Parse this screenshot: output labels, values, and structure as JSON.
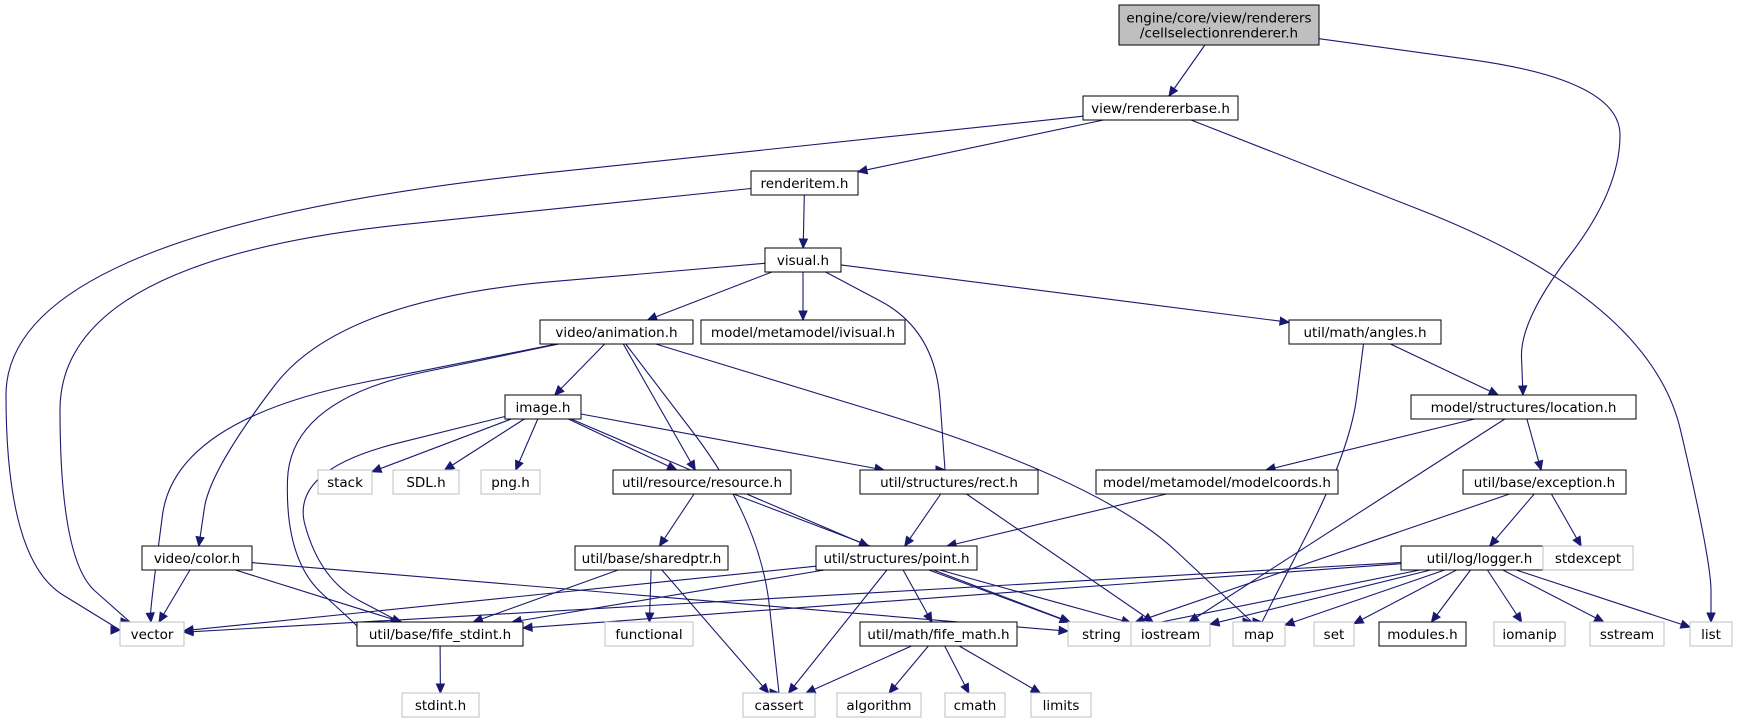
{
  "colors": {
    "edge": "#191970",
    "root_fill": "#bfbfbf",
    "box_border": "#000000",
    "ext_border": "#bfbfbf"
  },
  "nodes": [
    {
      "id": "root",
      "kind": "root",
      "lines": [
        "engine/core/view/renderers",
        "/cellselectionrenderer.h"
      ]
    },
    {
      "id": "rendererbase",
      "kind": "local",
      "lines": [
        "view/rendererbase.h"
      ]
    },
    {
      "id": "renderitem",
      "kind": "local",
      "lines": [
        "renderitem.h"
      ]
    },
    {
      "id": "visual",
      "kind": "local",
      "lines": [
        "visual.h"
      ]
    },
    {
      "id": "animation",
      "kind": "local",
      "lines": [
        "video/animation.h"
      ]
    },
    {
      "id": "ivisual",
      "kind": "local",
      "lines": [
        "model/metamodel/ivisual.h"
      ]
    },
    {
      "id": "angles",
      "kind": "local",
      "lines": [
        "util/math/angles.h"
      ]
    },
    {
      "id": "location",
      "kind": "local",
      "lines": [
        "model/structures/location.h"
      ]
    },
    {
      "id": "image",
      "kind": "local",
      "lines": [
        "image.h"
      ]
    },
    {
      "id": "resource",
      "kind": "local",
      "lines": [
        "util/resource/resource.h"
      ]
    },
    {
      "id": "rect",
      "kind": "local",
      "lines": [
        "util/structures/rect.h"
      ]
    },
    {
      "id": "modelcoords",
      "kind": "local",
      "lines": [
        "model/metamodel/modelcoords.h"
      ]
    },
    {
      "id": "exception",
      "kind": "local",
      "lines": [
        "util/base/exception.h"
      ]
    },
    {
      "id": "color",
      "kind": "local",
      "lines": [
        "video/color.h"
      ]
    },
    {
      "id": "sharedptr",
      "kind": "local",
      "lines": [
        "util/base/sharedptr.h"
      ]
    },
    {
      "id": "point",
      "kind": "local",
      "lines": [
        "util/structures/point.h"
      ]
    },
    {
      "id": "logger",
      "kind": "local",
      "lines": [
        "util/log/logger.h"
      ]
    },
    {
      "id": "fife_stdint",
      "kind": "local",
      "lines": [
        "util/base/fife_stdint.h"
      ]
    },
    {
      "id": "fife_math",
      "kind": "local",
      "lines": [
        "util/math/fife_math.h"
      ]
    },
    {
      "id": "modules",
      "kind": "local",
      "lines": [
        "modules.h"
      ]
    },
    {
      "id": "stack",
      "kind": "ext",
      "lines": [
        "stack"
      ]
    },
    {
      "id": "sdl",
      "kind": "ext",
      "lines": [
        "SDL.h"
      ]
    },
    {
      "id": "png",
      "kind": "ext",
      "lines": [
        "png.h"
      ]
    },
    {
      "id": "stdexcept",
      "kind": "ext",
      "lines": [
        "stdexcept"
      ]
    },
    {
      "id": "vector",
      "kind": "ext",
      "lines": [
        "vector"
      ]
    },
    {
      "id": "functional",
      "kind": "ext",
      "lines": [
        "functional"
      ]
    },
    {
      "id": "string",
      "kind": "ext",
      "lines": [
        "string"
      ]
    },
    {
      "id": "iostream",
      "kind": "ext",
      "lines": [
        "iostream"
      ]
    },
    {
      "id": "map",
      "kind": "ext",
      "lines": [
        "map"
      ]
    },
    {
      "id": "set",
      "kind": "ext",
      "lines": [
        "set"
      ]
    },
    {
      "id": "iomanip",
      "kind": "ext",
      "lines": [
        "iomanip"
      ]
    },
    {
      "id": "sstream",
      "kind": "ext",
      "lines": [
        "sstream"
      ]
    },
    {
      "id": "list",
      "kind": "ext",
      "lines": [
        "list"
      ]
    },
    {
      "id": "stdint",
      "kind": "ext",
      "lines": [
        "stdint.h"
      ]
    },
    {
      "id": "cassert",
      "kind": "ext",
      "lines": [
        "cassert"
      ]
    },
    {
      "id": "algorithm",
      "kind": "ext",
      "lines": [
        "algorithm"
      ]
    },
    {
      "id": "cmath",
      "kind": "ext",
      "lines": [
        "cmath"
      ]
    },
    {
      "id": "limits",
      "kind": "ext",
      "lines": [
        "limits"
      ]
    }
  ],
  "edges": [
    [
      "root",
      "rendererbase"
    ],
    [
      "root",
      "location"
    ],
    [
      "rendererbase",
      "renderitem"
    ],
    [
      "rendererbase",
      "vector"
    ],
    [
      "rendererbase",
      "list"
    ],
    [
      "renderitem",
      "visual"
    ],
    [
      "renderitem",
      "vector"
    ],
    [
      "visual",
      "animation"
    ],
    [
      "visual",
      "ivisual"
    ],
    [
      "visual",
      "angles"
    ],
    [
      "visual",
      "rect"
    ],
    [
      "visual",
      "color"
    ],
    [
      "animation",
      "image"
    ],
    [
      "animation",
      "resource"
    ],
    [
      "animation",
      "fife_stdint"
    ],
    [
      "animation",
      "vector"
    ],
    [
      "animation",
      "cassert"
    ],
    [
      "animation",
      "map"
    ],
    [
      "angles",
      "location"
    ],
    [
      "angles",
      "map"
    ],
    [
      "location",
      "modelcoords"
    ],
    [
      "location",
      "exception"
    ],
    [
      "location",
      "iostream"
    ],
    [
      "image",
      "stack"
    ],
    [
      "image",
      "sdl"
    ],
    [
      "image",
      "png"
    ],
    [
      "image",
      "resource"
    ],
    [
      "image",
      "rect"
    ],
    [
      "image",
      "point"
    ],
    [
      "image",
      "fife_stdint"
    ],
    [
      "resource",
      "sharedptr"
    ],
    [
      "resource",
      "string"
    ],
    [
      "rect",
      "point"
    ],
    [
      "rect",
      "iostream"
    ],
    [
      "modelcoords",
      "point"
    ],
    [
      "exception",
      "logger"
    ],
    [
      "exception",
      "stdexcept"
    ],
    [
      "exception",
      "string"
    ],
    [
      "color",
      "vector"
    ],
    [
      "color",
      "fife_stdint"
    ],
    [
      "color",
      "string"
    ],
    [
      "sharedptr",
      "fife_stdint"
    ],
    [
      "sharedptr",
      "functional"
    ],
    [
      "sharedptr",
      "cassert"
    ],
    [
      "point",
      "fife_math"
    ],
    [
      "point",
      "cassert"
    ],
    [
      "point",
      "vector"
    ],
    [
      "point",
      "fife_stdint"
    ],
    [
      "point",
      "string"
    ],
    [
      "point",
      "iostream"
    ],
    [
      "logger",
      "modules"
    ],
    [
      "logger",
      "vector"
    ],
    [
      "logger",
      "string"
    ],
    [
      "logger",
      "iostream"
    ],
    [
      "logger",
      "map"
    ],
    [
      "logger",
      "set"
    ],
    [
      "logger",
      "iomanip"
    ],
    [
      "logger",
      "sstream"
    ],
    [
      "logger",
      "list"
    ],
    [
      "logger",
      "fife_stdint"
    ],
    [
      "fife_stdint",
      "stdint"
    ],
    [
      "fife_math",
      "cassert"
    ],
    [
      "fife_math",
      "algorithm"
    ],
    [
      "fife_math",
      "cmath"
    ],
    [
      "fife_math",
      "limits"
    ]
  ]
}
